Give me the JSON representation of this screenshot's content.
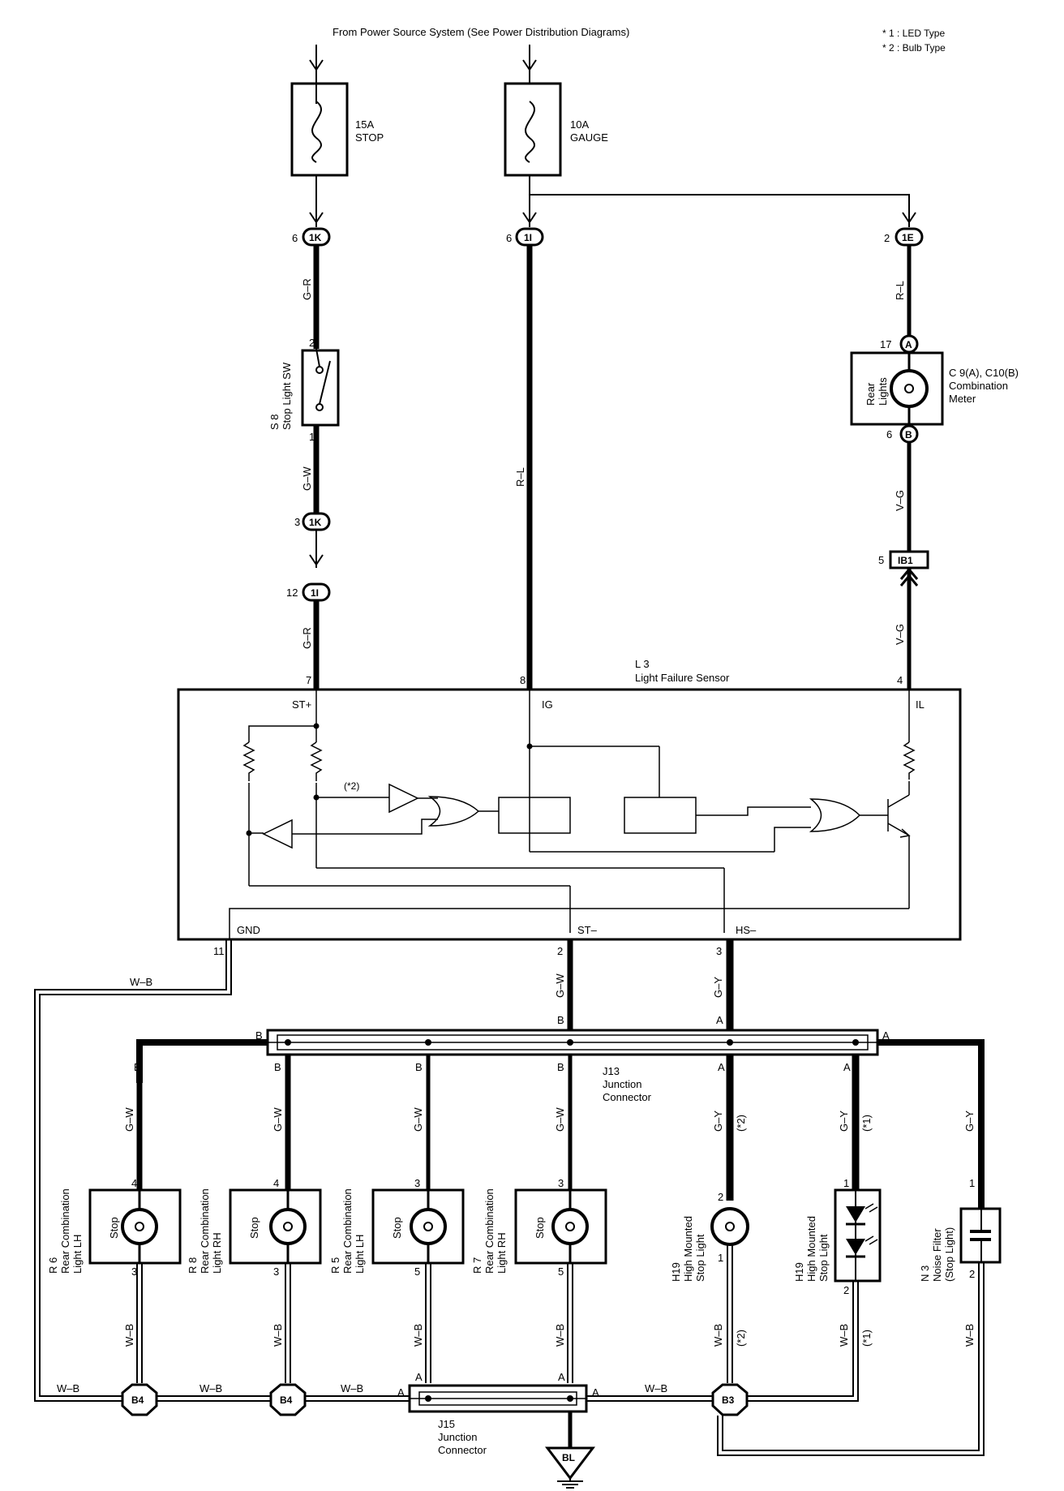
{
  "header": {
    "source_note": "From Power Source System (See Power Distribution Diagrams)",
    "legend": [
      "* 1 : LED Type",
      "* 2 : Bulb Type"
    ]
  },
  "fuses": [
    {
      "rating": "15A",
      "name": "STOP"
    },
    {
      "rating": "10A",
      "name": "GAUGE"
    }
  ],
  "connectors": {
    "c_1k_top": {
      "pin": "6",
      "code": "1K"
    },
    "c_1i_top": {
      "pin": "6",
      "code": "1I"
    },
    "c_1e": {
      "pin": "2",
      "code": "1E"
    },
    "c_1k_bot": {
      "pin": "3",
      "code": "1K"
    },
    "c_1i_bot": {
      "pin": "12",
      "code": "1I"
    },
    "c_17a": {
      "pin": "17",
      "code": "A"
    },
    "c_6b": {
      "pin": "6",
      "code": "B"
    },
    "c_ib1": {
      "pin": "5",
      "code": "IB1"
    }
  },
  "wires": {
    "gr1": "G–R",
    "gw1": "G–W",
    "gr2": "G–R",
    "rl_mid": "R–L",
    "rl_right": "R–L",
    "vg1": "V–G",
    "vg2": "V–G",
    "wb_gnd": "W–B",
    "gw_st": "G–W",
    "gy_hs": "G–Y",
    "gw_b1": "G–W",
    "gw_b2": "G–W",
    "gw_b3": "G–W",
    "gw_b4": "G–W",
    "gy_b5": "G–Y",
    "gy_b6": "G–Y",
    "gy_b7": "G–Y",
    "wb_b1": "W–B",
    "wb_b2": "W–B",
    "wb_b3": "W–B",
    "wb_b4": "W–B",
    "wb_b5": "W–B",
    "wb_b6": "W–B",
    "wb_b7": "W–B",
    "wb_h1": "W–B",
    "wb_h2": "W–B",
    "wb_h3": "W–B",
    "wb_h4": "W–B"
  },
  "note_star2": "(*2)",
  "note_star1": "(*1)",
  "stop_switch": {
    "code": "S 8",
    "name": "Stop Light SW",
    "pin_top": "2",
    "pin_bottom": "1"
  },
  "meter": {
    "inner": [
      "Rear",
      "Lights"
    ],
    "code": "C 9(A), C10(B)",
    "name": [
      "Combination",
      "Meter"
    ]
  },
  "sensor": {
    "code": "L 3",
    "name": "Light Failure Sensor",
    "terminals": {
      "st_plus": "ST+",
      "ig": "IG",
      "il": "IL",
      "gnd": "GND",
      "st_minus": "ST–",
      "hs_minus": "HS–"
    },
    "pins": {
      "st_plus": "7",
      "ig": "8",
      "il": "4",
      "gnd": "11",
      "st_minus": "2",
      "hs_minus": "3"
    }
  },
  "j13": {
    "code": "J13",
    "name": [
      "Junction",
      "Connector"
    ]
  },
  "j15": {
    "code": "J15",
    "name": [
      "Junction",
      "Connector"
    ]
  },
  "junction_letters": {
    "j13_b_top": "B",
    "j13_a_top": "A",
    "j13_b_left": "B",
    "j13_a_right": "A",
    "j13_b1": "B",
    "j13_b2": "B",
    "j13_b3": "B",
    "j13_b4": "B",
    "j13_a5": "A",
    "j13_a6": "A",
    "j15_a_left": "A",
    "j15_a_right": "A",
    "j15_a_top1": "A",
    "j15_a_top2": "A"
  },
  "lamps": [
    {
      "code": "R 6",
      "name": [
        "Rear Combination",
        "Light LH"
      ],
      "inner": "Stop",
      "pin_top": "4",
      "pin_bottom": "3"
    },
    {
      "code": "R 8",
      "name": [
        "Rear Combination",
        "Light RH"
      ],
      "inner": "Stop",
      "pin_top": "4",
      "pin_bottom": "3"
    },
    {
      "code": "R 5",
      "name": [
        "Rear Combination",
        "Light LH"
      ],
      "inner": "Stop",
      "pin_top": "3",
      "pin_bottom": "5"
    },
    {
      "code": "R 7",
      "name": [
        "Rear Combination",
        "Light RH"
      ],
      "inner": "Stop",
      "pin_top": "3",
      "pin_bottom": "5"
    },
    {
      "code": "H19",
      "name": [
        "High Mounted",
        "Stop Light"
      ],
      "pin_top": "2",
      "pin_bottom": "1"
    },
    {
      "code": "H19",
      "name": [
        "High Mounted",
        "Stop Light"
      ],
      "pin_top": "1",
      "pin_bottom": "2"
    },
    {
      "code": "N 3",
      "name": [
        "Noise Filter",
        "(Stop Light)"
      ],
      "pin_top": "1",
      "pin_bottom": "2"
    }
  ],
  "grounds": {
    "b4a": "B4",
    "b4b": "B4",
    "b3": "B3",
    "bl": "BL"
  }
}
